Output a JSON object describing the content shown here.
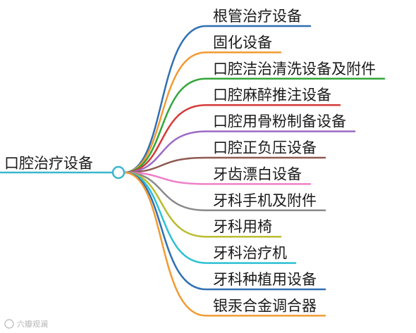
{
  "root": {
    "label": "口腔治疗设备",
    "color": "#3ab6cf"
  },
  "branches": [
    {
      "label": "根管治疗设备",
      "color": "#2f6fb3"
    },
    {
      "label": "固化设备",
      "color": "#f29a32"
    },
    {
      "label": "口腔洁治清洗设备及附件",
      "color": "#33a63a"
    },
    {
      "label": "口腔麻醉推注设备",
      "color": "#d63a3a"
    },
    {
      "label": "口腔用骨粉制备设备",
      "color": "#9b6ac6"
    },
    {
      "label": "口腔正负压设备",
      "color": "#8f5a52"
    },
    {
      "label": "牙齿漂白设备",
      "color": "#ee7fc8"
    },
    {
      "label": "牙科手机及附件",
      "color": "#8a8a8a"
    },
    {
      "label": "牙科用椅",
      "color": "#b9bd2e"
    },
    {
      "label": "牙科治疗机",
      "color": "#2cc0d4"
    },
    {
      "label": "牙科种植用设备",
      "color": "#2f6fb3"
    },
    {
      "label": "银汞合金调合器",
      "color": "#f29a32"
    }
  ],
  "watermark": "六瓣观澜"
}
